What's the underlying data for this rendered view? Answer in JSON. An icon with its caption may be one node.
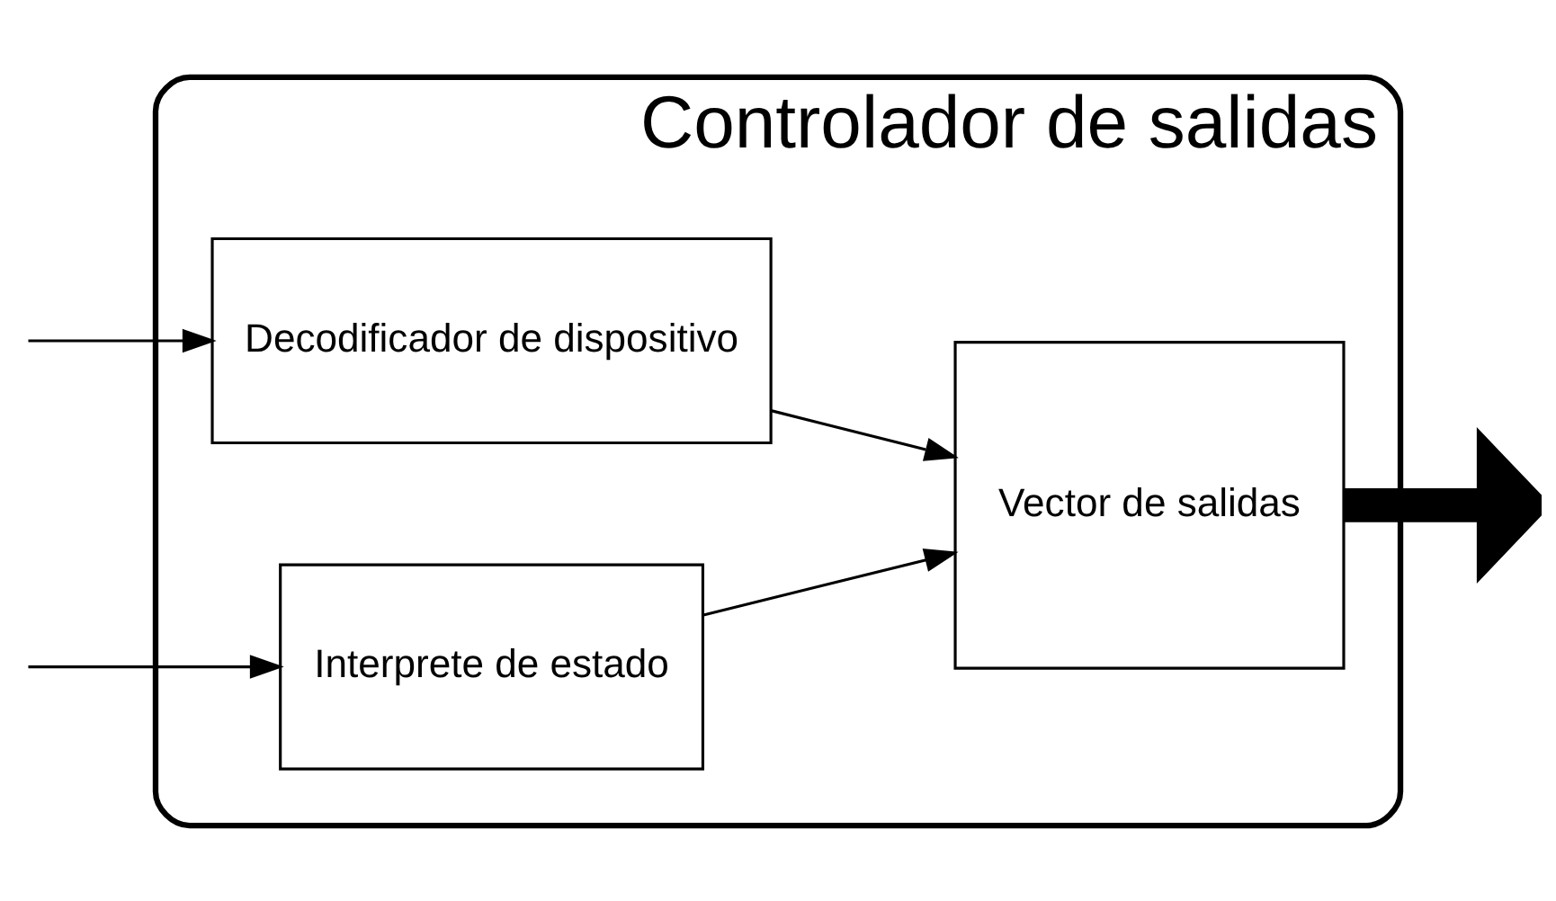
{
  "diagram": {
    "nodes": [
      {
        "text": [
          "Controlador de salidas"
        ]
      },
      {
        "text": [
          "Decodificador de dispositivo"
        ],
        "in": 0
      },
      {
        "text": [
          "Interprete de estado"
        ],
        "in": 0
      },
      {
        "text": [
          "Vector de salidas"
        ],
        "in": 0
      }
    ],
    "edges": [
      {
        "from": null,
        "to": 1,
        "arrow": "to"
      },
      {
        "from": null,
        "to": 2,
        "arrow": "to"
      },
      {
        "from": 1,
        "to": 3,
        "arrow": "to"
      },
      {
        "from": 2,
        "to": 3,
        "arrow": "to"
      },
      {
        "from": 3,
        "to": null,
        "arrow": "to",
        "style": "thick"
      }
    ]
  }
}
